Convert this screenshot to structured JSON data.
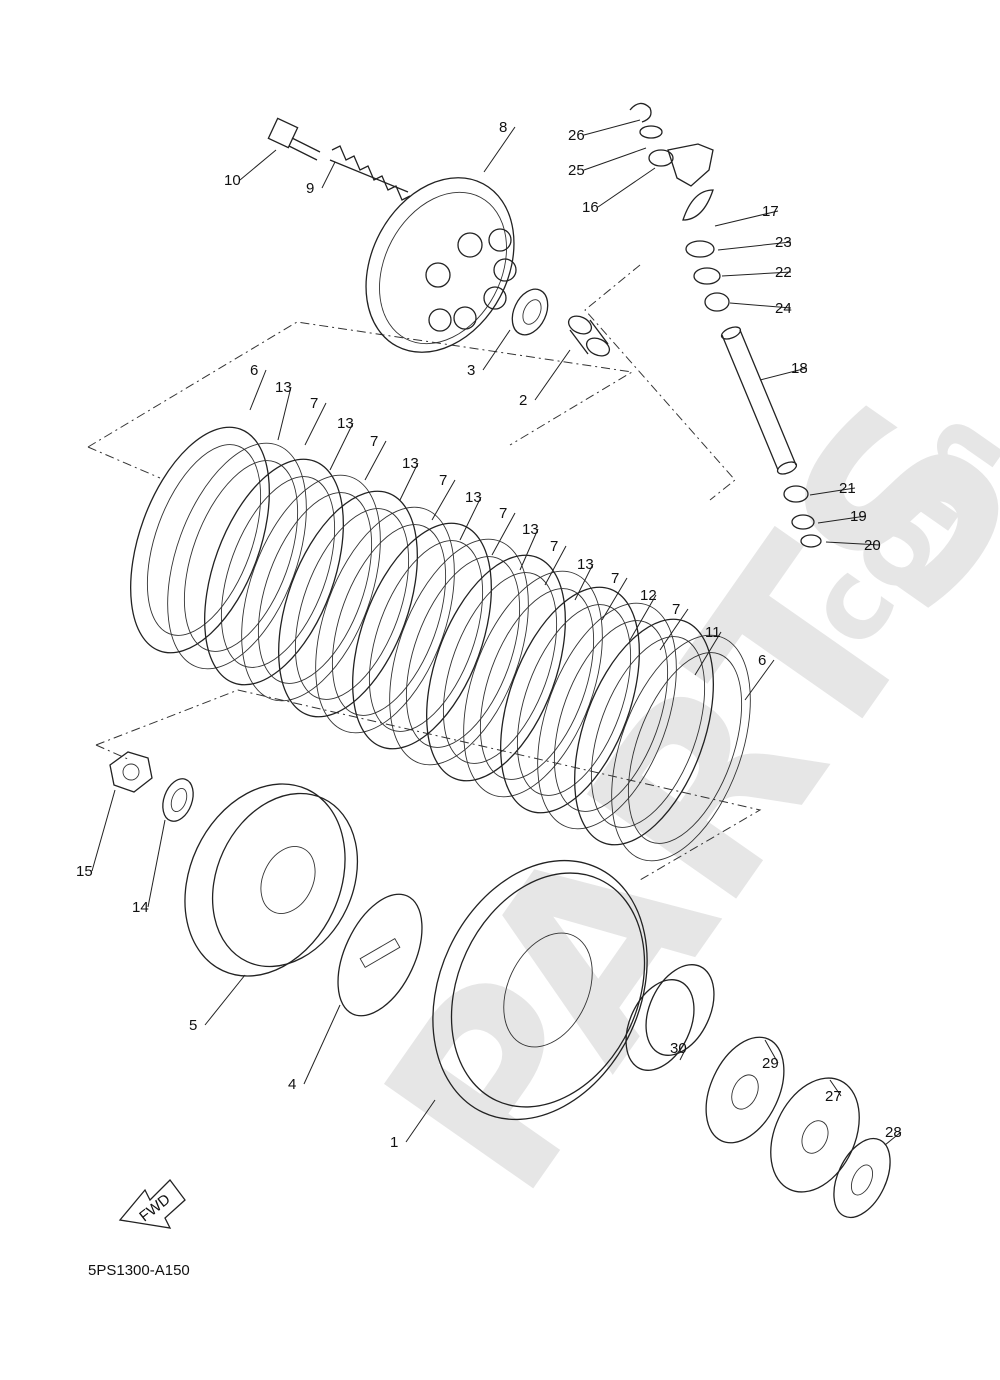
{
  "watermark": {
    "main": "PARTS",
    "suffix": ".com"
  },
  "diagram_code": "5PS1300-A150",
  "fwd_label": "FWD",
  "callouts": [
    {
      "id": "p26",
      "label": "26"
    },
    {
      "id": "p25",
      "label": "25"
    },
    {
      "id": "p16",
      "label": "16"
    },
    {
      "id": "p17",
      "label": "17"
    },
    {
      "id": "p23",
      "label": "23"
    },
    {
      "id": "p22",
      "label": "22"
    },
    {
      "id": "p24",
      "label": "24"
    },
    {
      "id": "p18",
      "label": "18"
    },
    {
      "id": "p21",
      "label": "21"
    },
    {
      "id": "p19",
      "label": "19"
    },
    {
      "id": "p20",
      "label": "20"
    },
    {
      "id": "p8",
      "label": "8"
    },
    {
      "id": "p10",
      "label": "10"
    },
    {
      "id": "p9",
      "label": "9"
    },
    {
      "id": "p3",
      "label": "3"
    },
    {
      "id": "p2",
      "label": "2"
    },
    {
      "id": "p6a",
      "label": "6"
    },
    {
      "id": "p13a",
      "label": "13"
    },
    {
      "id": "p7a",
      "label": "7"
    },
    {
      "id": "p13b",
      "label": "13"
    },
    {
      "id": "p7b",
      "label": "7"
    },
    {
      "id": "p13c",
      "label": "13"
    },
    {
      "id": "p7c",
      "label": "7"
    },
    {
      "id": "p13d",
      "label": "13"
    },
    {
      "id": "p7d",
      "label": "7"
    },
    {
      "id": "p13e",
      "label": "13"
    },
    {
      "id": "p7e",
      "label": "7"
    },
    {
      "id": "p13f",
      "label": "13"
    },
    {
      "id": "p7f",
      "label": "7"
    },
    {
      "id": "p12",
      "label": "12"
    },
    {
      "id": "p7g",
      "label": "7"
    },
    {
      "id": "p11",
      "label": "11"
    },
    {
      "id": "p6b",
      "label": "6"
    },
    {
      "id": "p15",
      "label": "15"
    },
    {
      "id": "p14",
      "label": "14"
    },
    {
      "id": "p5",
      "label": "5"
    },
    {
      "id": "p4",
      "label": "4"
    },
    {
      "id": "p1",
      "label": "1"
    },
    {
      "id": "p30",
      "label": "30"
    },
    {
      "id": "p29",
      "label": "29"
    },
    {
      "id": "p27",
      "label": "27"
    },
    {
      "id": "p28",
      "label": "28"
    }
  ]
}
